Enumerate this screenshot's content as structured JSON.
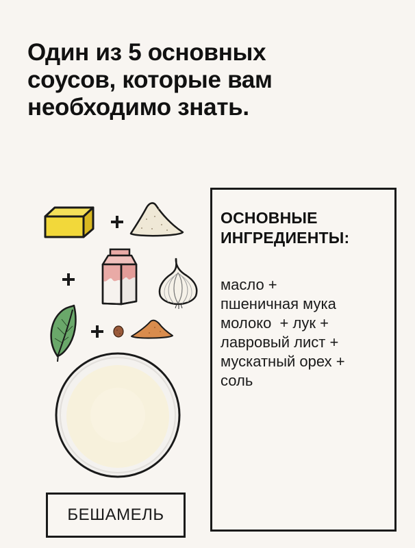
{
  "headline": {
    "lines": [
      "Один из 5 основных",
      "соусов, которые вам",
      "необходимо знать."
    ]
  },
  "ingredients": {
    "title_lines": [
      "ОСНОВНЫЕ",
      "ИНГРЕДИЕНТЫ:"
    ],
    "list_lines": [
      "масло +",
      "пшеничная мука",
      "молоко  + лук +",
      "лавровый лист +",
      "мускатный орех +",
      "соль"
    ]
  },
  "illustrations": {
    "items": [
      {
        "icon": "butter-icon",
        "label": "масло"
      },
      {
        "icon": "flour-icon",
        "label": "пшеничная мука"
      },
      {
        "icon": "milk-carton-icon",
        "label": "молоко"
      },
      {
        "icon": "onion-icon",
        "label": "лук"
      },
      {
        "icon": "bay-leaf-icon",
        "label": "лавровый лист"
      },
      {
        "icon": "nutmeg-icon",
        "label": "мускатный орех"
      },
      {
        "icon": "ground-spice-icon",
        "label": "соль"
      }
    ],
    "plus_sign": "+",
    "colors": {
      "butter": "#f2d83a",
      "flour": "#efe8d6",
      "milk_pink": "#e9aaa6",
      "leaf": "#6aa86a",
      "nutmeg": "#9a5a3a",
      "spice": "#d98c4d",
      "sauce": "#f7f1dc"
    }
  },
  "sauce": {
    "name": "БЕШАМЕЛЬ"
  },
  "colors": {
    "background": "#f8f5f1",
    "text": "#111111",
    "border": "#1a1a1a"
  }
}
